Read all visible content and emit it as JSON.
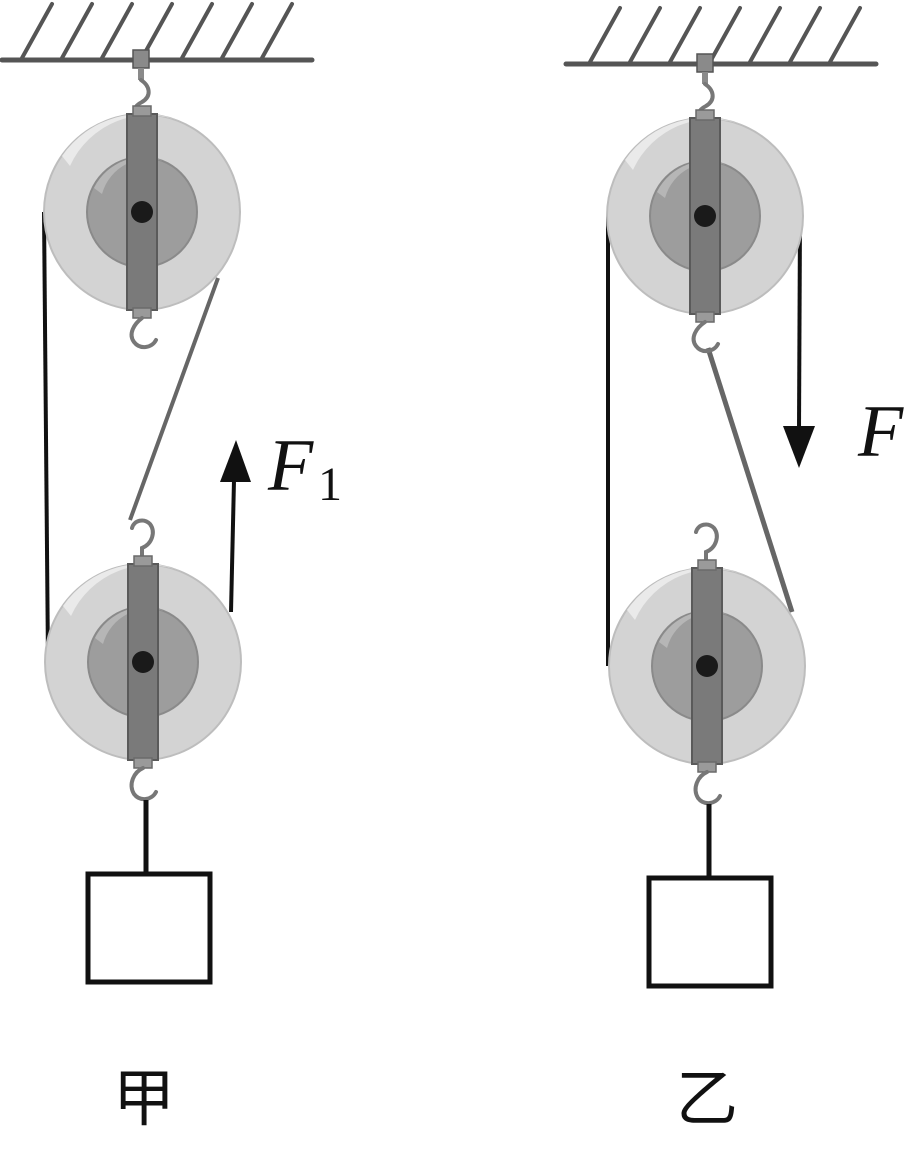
{
  "diagram": {
    "left_setup": {
      "force_label": "F",
      "force_subscript": "1",
      "caption": "甲"
    },
    "right_setup": {
      "force_label": "F",
      "caption": "乙"
    },
    "colors": {
      "ceiling": "#555555",
      "pulley_outer": "#d3d3d3",
      "pulley_inner": "#9a9a9a",
      "bracket": "#777777",
      "rope_dark": "#111111",
      "rope_grey": "#666666"
    }
  }
}
